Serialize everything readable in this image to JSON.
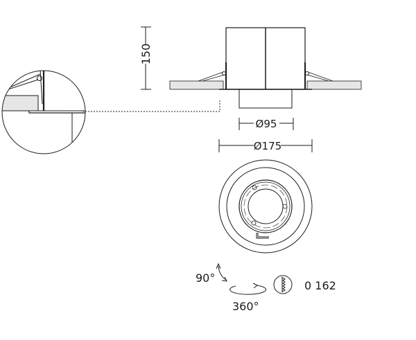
{
  "dimensions": {
    "height": "150",
    "lens_diameter": "Ø95",
    "trim_diameter": "Ø175",
    "cutout_diameter": "0 162"
  },
  "rotation": {
    "tilt": "90°",
    "rotate": "360°"
  },
  "colors": {
    "line": "#1a1a1a",
    "ceiling_fill": "#e6e6e6"
  }
}
